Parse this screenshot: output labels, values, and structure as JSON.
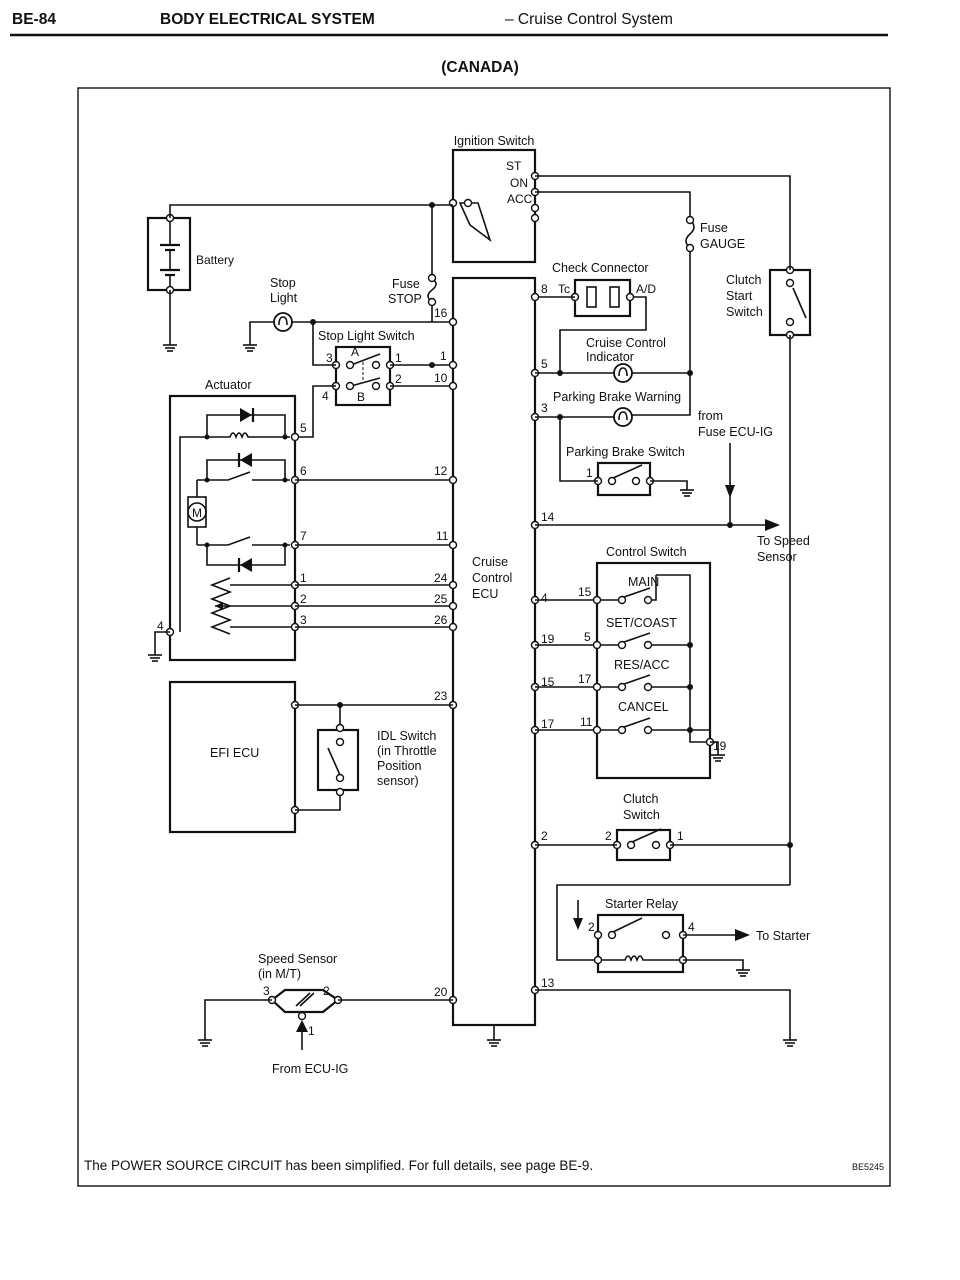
{
  "header": {
    "page": "BE-84",
    "section": "BODY ELECTRICAL SYSTEM",
    "subsection": "– Cruise Control System",
    "region": "(CANADA)"
  },
  "components": {
    "ignition_switch": "Ignition Switch",
    "st": "ST",
    "on": "ON",
    "acc": "ACC",
    "battery": "Battery",
    "stop_light_1": "Stop",
    "stop_light_2": "Light",
    "fuse_stop_1": "Fuse",
    "fuse_stop_2": "STOP",
    "stop_light_switch": "Stop Light Switch",
    "sw_a": "A",
    "sw_b": "B",
    "actuator": "Actuator",
    "motor": "M",
    "fuse_gauge_1": "Fuse",
    "fuse_gauge_2": "GAUGE",
    "check_connector": "Check Connector",
    "tc": "Tc",
    "ad": "A/D",
    "clutch_start_1": "Clutch",
    "clutch_start_2": "Start",
    "clutch_start_3": "Switch",
    "cc_indicator_1": "Cruise Control",
    "cc_indicator_2": "Indicator",
    "pb_warning": "Parking Brake Warning",
    "from_fuse_1": "from",
    "from_fuse_2": "Fuse ECU-IG",
    "pb_switch": "Parking Brake Switch",
    "to_speed_1": "To Speed",
    "to_speed_2": "Sensor",
    "control_switch": "Control Switch",
    "main": "MAIN",
    "set_coast": "SET/COAST",
    "res_acc": "RES/ACC",
    "cancel": "CANCEL",
    "ecu_1": "Cruise",
    "ecu_2": "Control",
    "ecu_3": "ECU",
    "efi_ecu": "EFI ECU",
    "idl_1": "IDL Switch",
    "idl_2": "(in Throttle",
    "idl_3": "Position",
    "idl_4": "sensor)",
    "clutch_switch_1": "Clutch",
    "clutch_switch_2": "Switch",
    "starter_relay": "Starter Relay",
    "to_starter": "To Starter",
    "speed_sensor_1": "Speed Sensor",
    "speed_sensor_2": "(in M/T)",
    "from_ecu_ig": "From ECU-IG"
  },
  "pins": {
    "ecu_left": {
      "p16": "16",
      "p1": "1",
      "p10": "10",
      "p12": "12",
      "p11": "11",
      "p24": "24",
      "p25": "25",
      "p26": "26",
      "p23": "23",
      "p20": "20"
    },
    "ecu_right": {
      "p8": "8",
      "p5": "5",
      "p3": "3",
      "p14": "14",
      "p4": "4",
      "p19": "19",
      "p15": "15",
      "p17": "17",
      "p2": "2",
      "p13": "13"
    },
    "stop_sw": {
      "p3": "3",
      "p1": "1",
      "p2": "2",
      "p4": "4"
    },
    "actuator": {
      "p5": "5",
      "p6": "6",
      "p7": "7",
      "p1": "1",
      "p2": "2",
      "p3": "3",
      "p4": "4"
    },
    "pb_sw": {
      "p1": "1"
    },
    "control_sw": {
      "p15": "15",
      "p5": "5",
      "p17": "17",
      "p11": "11",
      "p19": "19"
    },
    "clutch_sw": {
      "p2": "2",
      "p1": "1"
    },
    "starter": {
      "p2": "2",
      "p4": "4"
    },
    "speed": {
      "p3": "3",
      "p2": "2",
      "p1": "1"
    }
  },
  "footer": {
    "note": "The POWER SOURCE CIRCUIT has been simplified. For full details, see page BE-9.",
    "code": "BE5245"
  }
}
